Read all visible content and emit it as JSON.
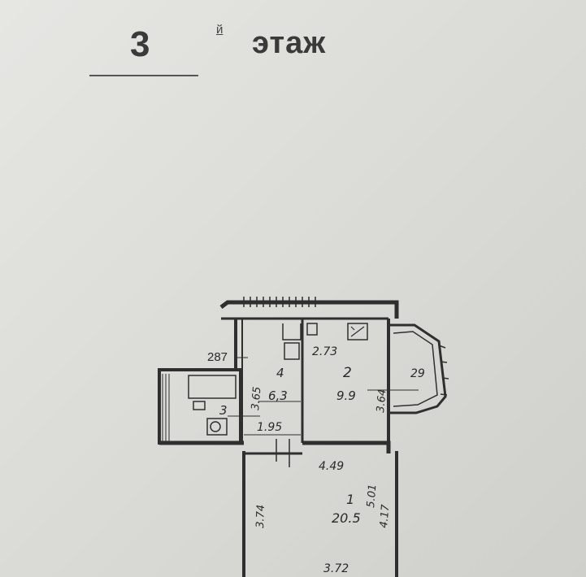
{
  "floor": {
    "number": "3",
    "suffix": "й",
    "word": "этаж"
  },
  "plan": {
    "wall_color": "#2f2f2f",
    "dims": {
      "d287": "287",
      "d273": "2.73",
      "d365": "3.65",
      "d364": "3.64",
      "d29": "29",
      "d195": "1.95",
      "d449": "4.49",
      "d374": "3.74",
      "d501": "5.01",
      "d417": "4.17",
      "d372": "3.72"
    },
    "rooms": {
      "r4": {
        "num": "4",
        "area": "6,3"
      },
      "r2": {
        "num": "2",
        "area": "9.9"
      },
      "r3": {
        "num": "3"
      },
      "r1": {
        "num": "1",
        "area": "20.5"
      }
    }
  }
}
